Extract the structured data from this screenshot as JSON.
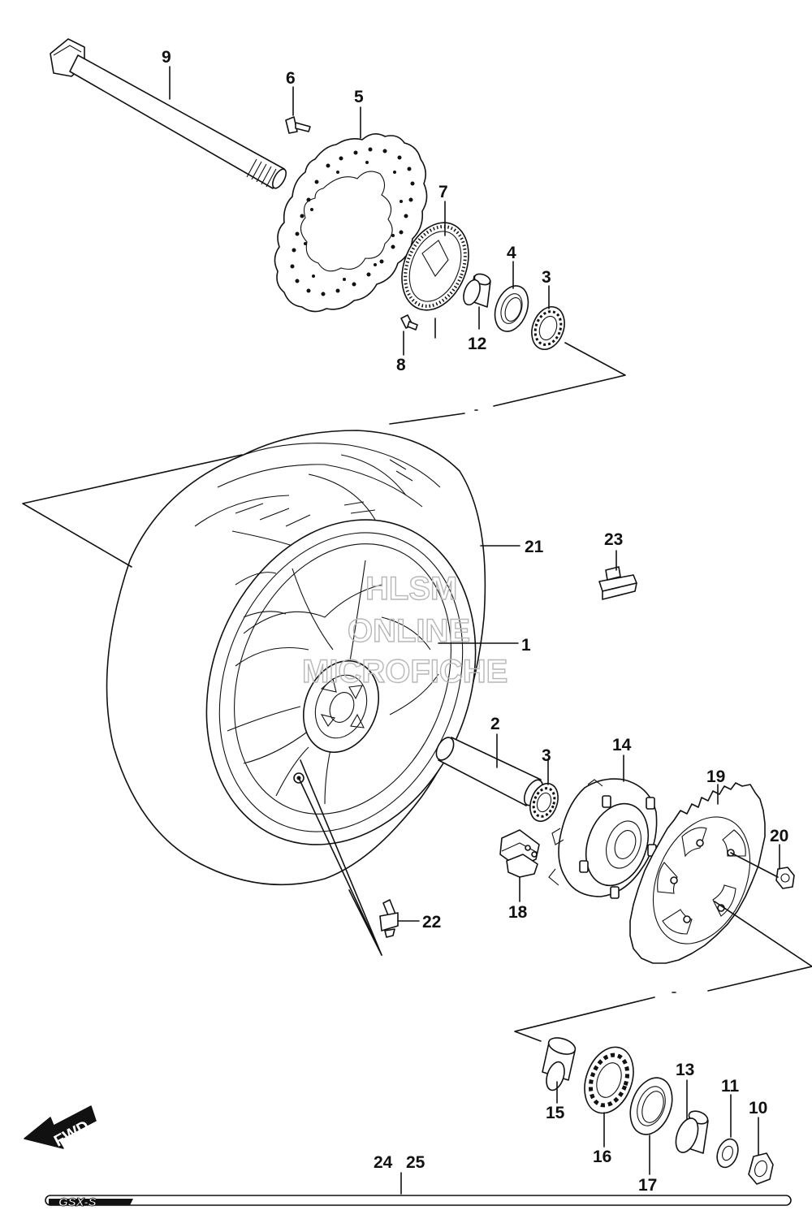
{
  "watermark": {
    "line1": "HLSM",
    "line2": "ONLINE",
    "line3": "MICROFICHE"
  },
  "direction_badge": "FWD",
  "model_badge": "GSX-S",
  "callouts": [
    {
      "id": "9",
      "text": "9"
    },
    {
      "id": "6",
      "text": "6"
    },
    {
      "id": "5",
      "text": "5"
    },
    {
      "id": "7",
      "text": "7"
    },
    {
      "id": "4",
      "text": "4"
    },
    {
      "id": "3a",
      "text": "3"
    },
    {
      "id": "12",
      "text": "12"
    },
    {
      "id": "8",
      "text": "8"
    },
    {
      "id": "21",
      "text": "21"
    },
    {
      "id": "23",
      "text": "23"
    },
    {
      "id": "1",
      "text": "1"
    },
    {
      "id": "2",
      "text": "2"
    },
    {
      "id": "3b",
      "text": "3"
    },
    {
      "id": "14",
      "text": "14"
    },
    {
      "id": "19",
      "text": "19"
    },
    {
      "id": "20",
      "text": "20"
    },
    {
      "id": "18",
      "text": "18"
    },
    {
      "id": "22",
      "text": "22"
    },
    {
      "id": "13",
      "text": "13"
    },
    {
      "id": "11",
      "text": "11"
    },
    {
      "id": "10",
      "text": "10"
    },
    {
      "id": "15",
      "text": "15"
    },
    {
      "id": "16",
      "text": "16"
    },
    {
      "id": "17",
      "text": "17"
    },
    {
      "id": "24",
      "text": "24"
    },
    {
      "id": "25",
      "text": "25"
    }
  ]
}
